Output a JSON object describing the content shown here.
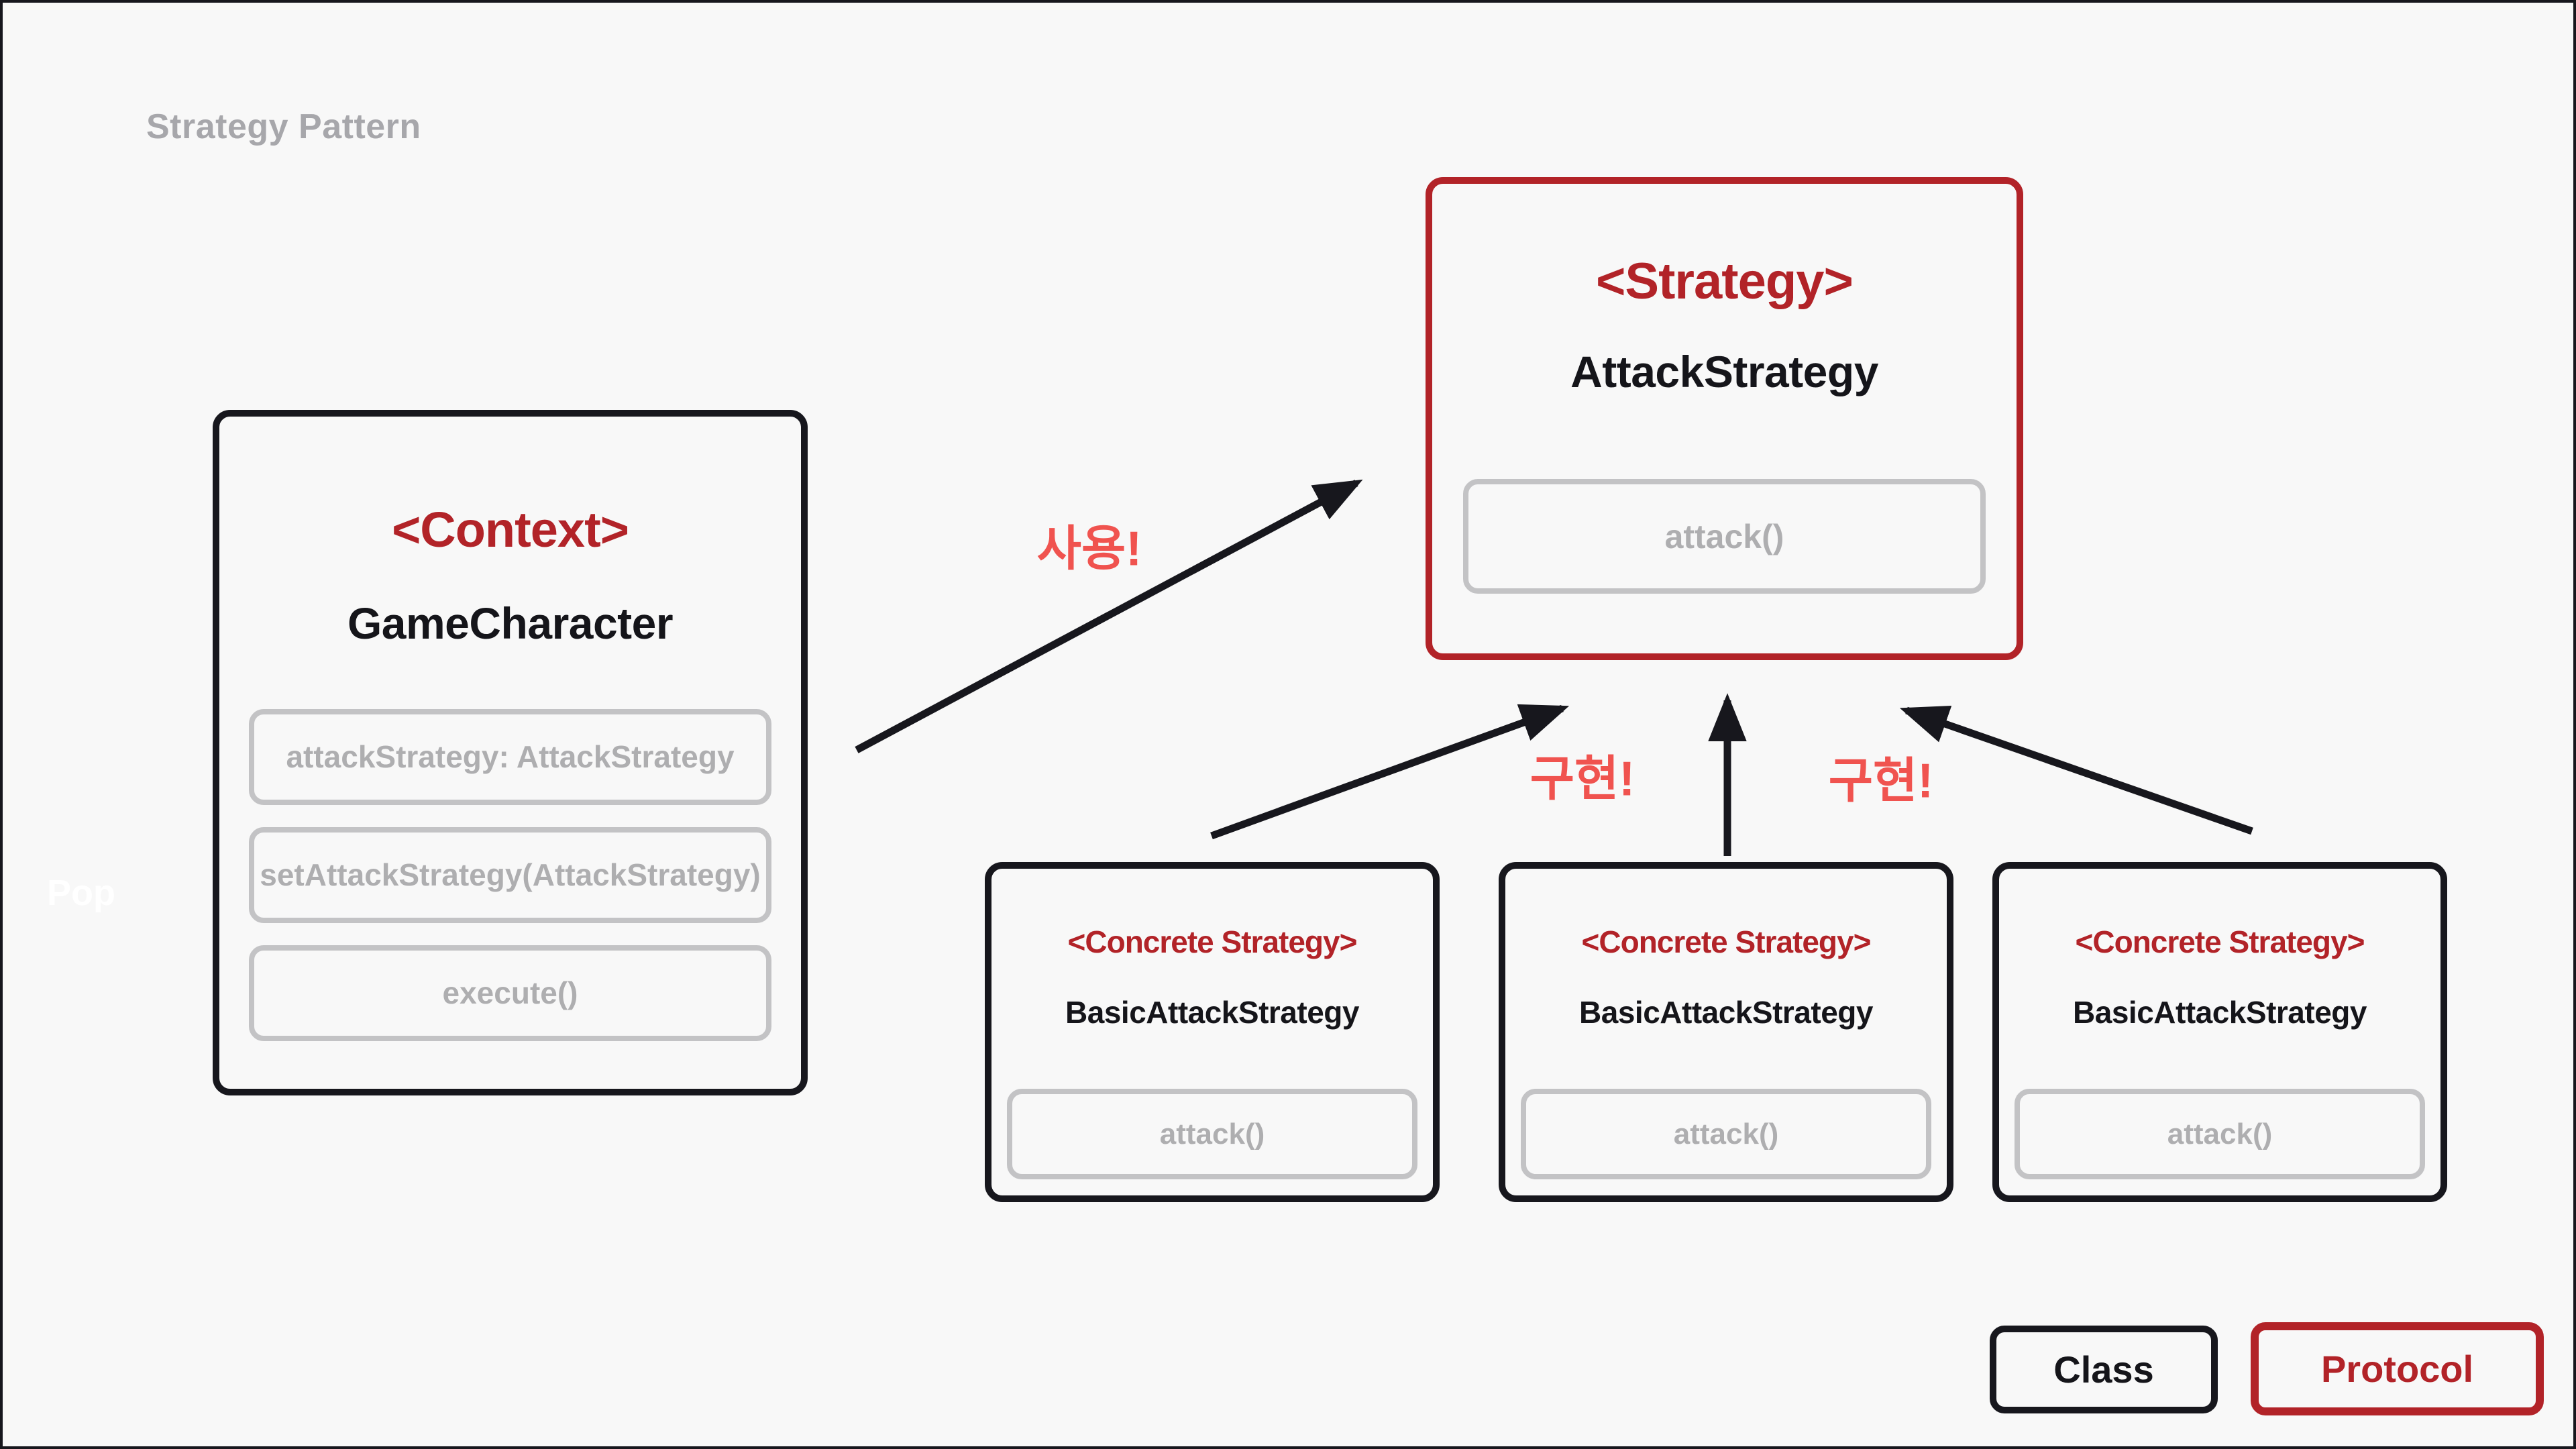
{
  "page": {
    "title": "Strategy Pattern",
    "watermark": "Pop",
    "background": "#F8F8F8"
  },
  "colors": {
    "class_black": "#17171D",
    "protocol_red": "#B22328",
    "arrow_label_salmon": "#F0534F",
    "member_gray": "#AEAEB0",
    "pill_border_gray": "#C3C3C5",
    "title_gray": "#A7A7AB"
  },
  "context_box": {
    "stereotype": "<Context>",
    "name": "GameCharacter",
    "members": [
      "attackStrategy: AttackStrategy",
      "setAttackStrategy(AttackStrategy)",
      "execute()"
    ]
  },
  "strategy_box": {
    "stereotype": "<Strategy>",
    "name": "AttackStrategy",
    "members": [
      "attack()"
    ]
  },
  "concrete_boxes": [
    {
      "stereotype": "<Concrete Strategy>",
      "name": "BasicAttackStrategy",
      "members": [
        "attack()"
      ]
    },
    {
      "stereotype": "<Concrete Strategy>",
      "name": "BasicAttackStrategy",
      "members": [
        "attack()"
      ]
    },
    {
      "stereotype": "<Concrete Strategy>",
      "name": "BasicAttackStrategy",
      "members": [
        "attack()"
      ]
    }
  ],
  "arrow_labels": {
    "use": "사용!",
    "implement_left": "구현!",
    "implement_right": "구현!"
  },
  "legend": {
    "class_label": "Class",
    "protocol_label": "Protocol"
  }
}
